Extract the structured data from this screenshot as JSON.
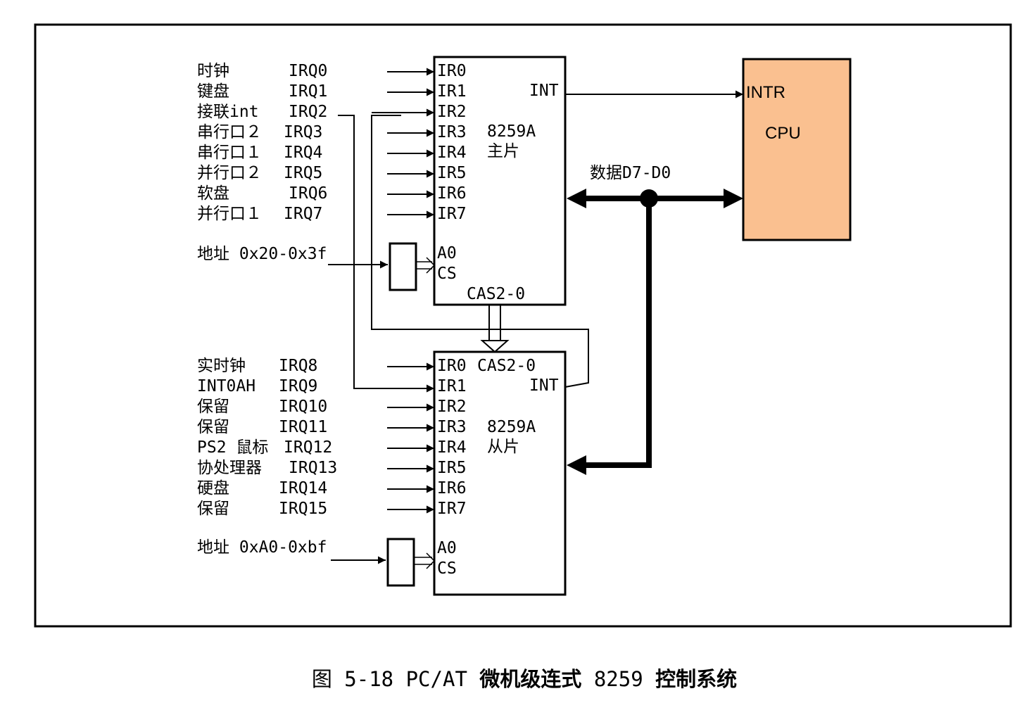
{
  "master": {
    "irq_devices": [
      "时钟",
      "键盘",
      "接联int",
      "串行口２",
      "串行口１",
      "并行口２",
      "软盘",
      "并行口１"
    ],
    "irq_lines": [
      "IRQ0",
      "IRQ1",
      "IRQ2",
      "IRQ3",
      "IRQ4",
      "IRQ5",
      "IRQ6",
      "IRQ7"
    ],
    "pins": [
      "IR0",
      "IR1",
      "IR2",
      "IR3",
      "IR4",
      "IR5",
      "IR6",
      "IR7"
    ],
    "address": "地址 0x20-0x3f",
    "a0": "A0",
    "cs": "CS",
    "cas": "CAS2-0",
    "int": "INT",
    "chip": "8259A",
    "role": "主片"
  },
  "slave": {
    "irq_devices": [
      "实时钟",
      "INT0AH",
      "保留",
      "保留",
      "PS2 鼠标",
      "协处理器",
      "硬盘",
      "保留"
    ],
    "irq_lines": [
      "IRQ8",
      "IRQ9",
      "IRQ10",
      "IRQ11",
      "IRQ12",
      "IRQ13",
      "IRQ14",
      "IRQ15"
    ],
    "pins": [
      "IR0",
      "IR1",
      "IR2",
      "IR3",
      "IR4",
      "IR5",
      "IR6",
      "IR7"
    ],
    "address": "地址 0xA0-0xbf",
    "a0": "A0",
    "cs": "CS",
    "cas": "CAS2-0",
    "int": "INT",
    "chip": "8259A",
    "role": "从片"
  },
  "cpu": {
    "intr": "INTR",
    "label": "CPU",
    "color": "#FAC090"
  },
  "bus_label": "数据D7-D0",
  "caption": {
    "prefix": "图 5-18 PC/AT ",
    "bold1": "微机级连式",
    "num": " 8259 ",
    "bold2": "控制系统"
  }
}
